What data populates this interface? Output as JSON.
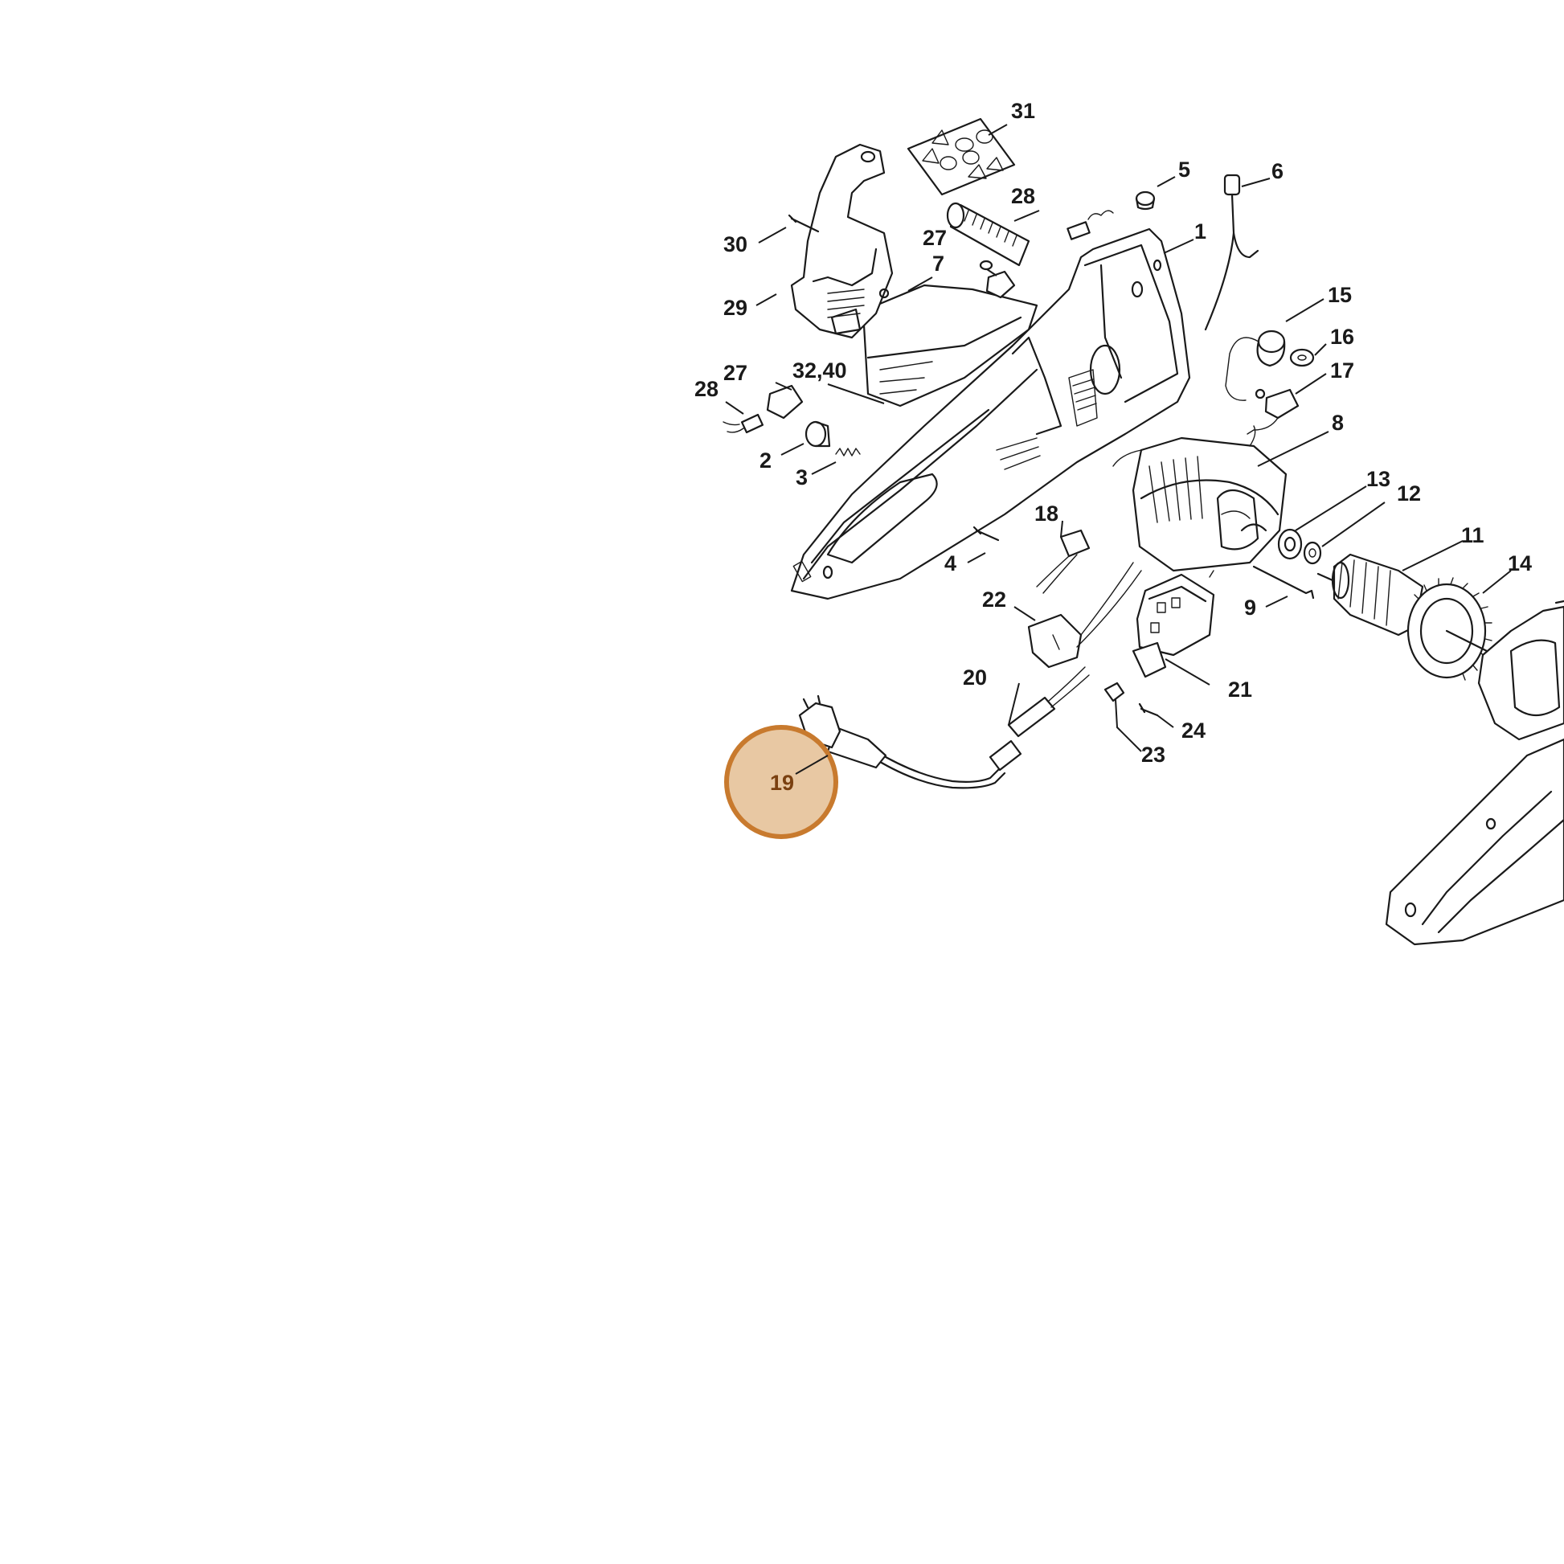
{
  "highlight": {
    "part_number": "19",
    "fill_color": "#e8c8a3",
    "stroke_color": "#c87a2e",
    "text_color": "#7a4010"
  },
  "labels": {
    "p1": "1",
    "p2": "2",
    "p3": "3",
    "p4": "4",
    "p5": "5",
    "p6": "6",
    "p7": "7",
    "p8": "8",
    "p9": "9",
    "p11": "11",
    "p12": "12",
    "p13": "13",
    "p14": "14",
    "p15": "15",
    "p16": "16",
    "p17": "17",
    "p18": "18",
    "p20": "20",
    "p21": "21",
    "p22": "22",
    "p23": "23",
    "p24": "24",
    "p27a": "27",
    "p27b": "27",
    "p28a": "28",
    "p28b": "28",
    "p29": "29",
    "p30": "30",
    "p31": "31",
    "p32_40": "32,40"
  }
}
